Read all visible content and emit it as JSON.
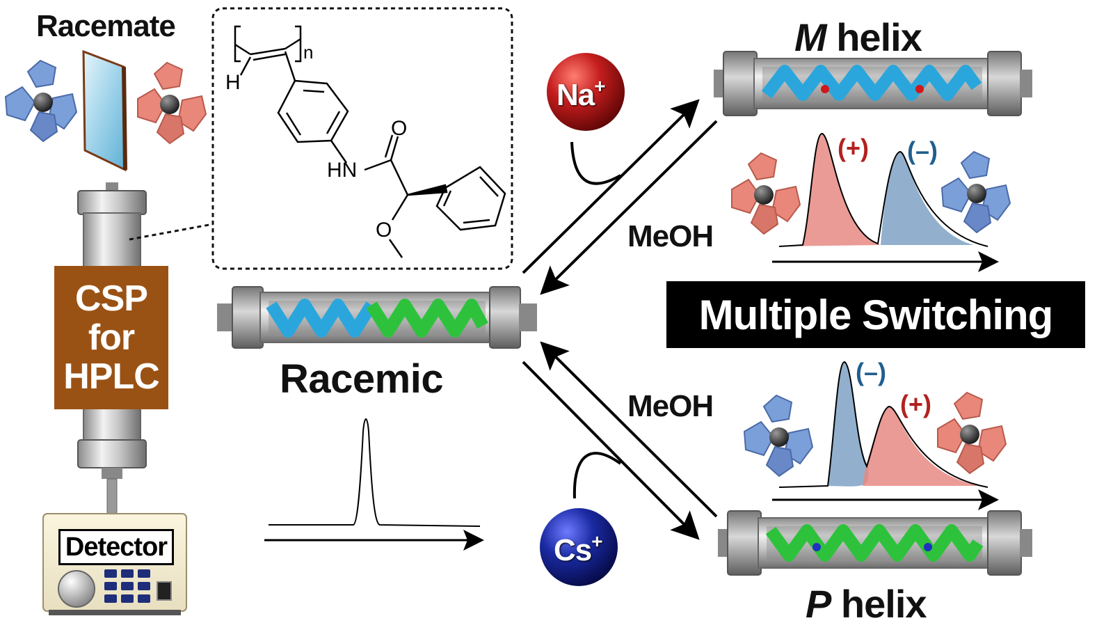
{
  "labels": {
    "racemate": "Racemate",
    "m_helix_letter": "M",
    "p_helix_letter": "P",
    "helix_word": "helix",
    "racemic": "Racemic",
    "meoh_top": "MeOH",
    "meoh_bottom": "MeOH",
    "multiple_switching": "Multiple Switching",
    "detector": "Detector"
  },
  "csp": {
    "line1": "CSP",
    "line2": "for",
    "line3": "HPLC"
  },
  "ions": {
    "na": {
      "symbol": "Na",
      "charge": "+",
      "color": "#b01717"
    },
    "cs": {
      "symbol": "Cs",
      "charge": "+",
      "color": "#14208a"
    }
  },
  "chromatogram_m": {
    "first_sign": "(+)",
    "second_sign": "(–)"
  },
  "chromatogram_p": {
    "first_sign": "(–)",
    "second_sign": "(+)"
  },
  "structure": {
    "h": "H",
    "n": "n",
    "o1": "O",
    "hn": "HN",
    "o2": "O"
  },
  "colors": {
    "blue_helix": "#2aa6dc",
    "green_helix": "#2ec23c",
    "red_enantiomer": "#e8877a",
    "blue_enantiomer": "#7b9fd8",
    "peak_red": "#e68a84",
    "peak_blue": "#7fa2c6",
    "csp_brown": "#9a5214"
  }
}
